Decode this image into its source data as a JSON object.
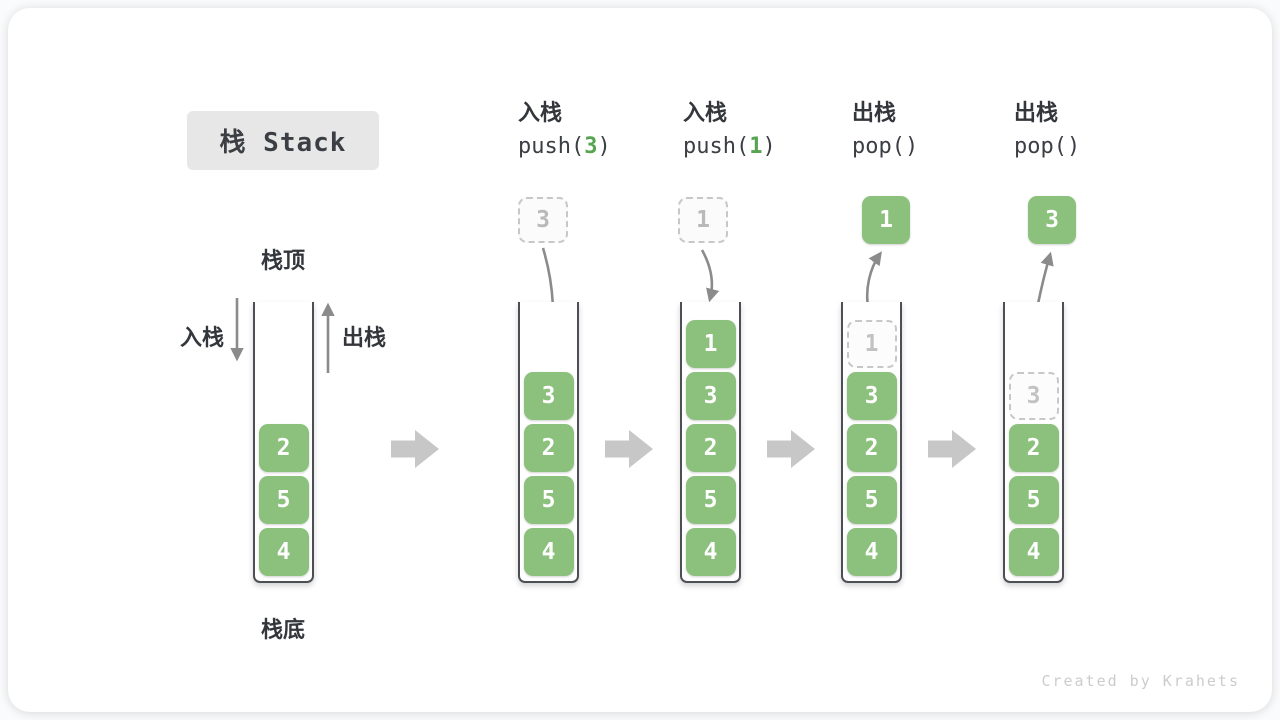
{
  "title": "栈 Stack",
  "watermark": "Created by Krahets",
  "stack_labels": {
    "top": "栈顶",
    "bottom": "栈底",
    "push": "入栈",
    "pop": "出栈"
  },
  "operations": [
    {
      "label": "入栈",
      "code_open": "push(",
      "value": "3",
      "code_close": ")"
    },
    {
      "label": "入栈",
      "code_open": "push(",
      "value": "1",
      "code_close": ")"
    },
    {
      "label": "出栈",
      "code_open": "pop(",
      "value": "",
      "code_close": ")"
    },
    {
      "label": "出栈",
      "code_open": "pop(",
      "value": "",
      "code_close": ")"
    }
  ],
  "stages": [
    {
      "boxes": [
        "2",
        "5",
        "4"
      ],
      "ghost_index": null,
      "floating": null
    },
    {
      "boxes": [
        "3",
        "2",
        "5",
        "4"
      ],
      "ghost_index": null,
      "floating": {
        "value": "3",
        "variant": "dashed"
      }
    },
    {
      "boxes": [
        "1",
        "3",
        "2",
        "5",
        "4"
      ],
      "ghost_index": null,
      "floating": {
        "value": "1",
        "variant": "dashed"
      }
    },
    {
      "boxes": [
        "1",
        "3",
        "2",
        "5",
        "4"
      ],
      "ghost_index": 0,
      "floating": {
        "value": "1",
        "variant": "solid"
      }
    },
    {
      "boxes": [
        "3",
        "2",
        "5",
        "4"
      ],
      "ghost_index": 0,
      "floating": {
        "value": "3",
        "variant": "solid"
      }
    }
  ],
  "colors": {
    "box_green": "#8bc17c",
    "code_value_green": "#56a350",
    "arrow_gray": "#8b8b8b",
    "chevron_gray": "#c7c7c7",
    "ghost_gray": "#c7c7c7"
  }
}
